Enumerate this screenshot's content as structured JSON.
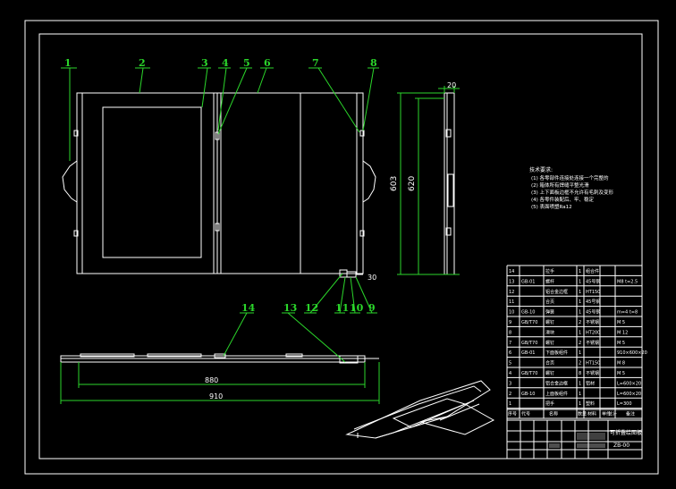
{
  "balloons": [
    "1",
    "2",
    "3",
    "4",
    "5",
    "6",
    "7",
    "8",
    "9",
    "10",
    "11",
    "12",
    "13",
    "14"
  ],
  "dims": {
    "front_height_a": "603",
    "front_height_b": "620",
    "front_width": "20",
    "side_small": "30",
    "bottom_inner": "880",
    "bottom_outer": "910"
  },
  "notes": {
    "title": "技术要求:",
    "lines": [
      "(1) 各零部件连接处连接一个完整的",
      "(2) 箱体所有焊缝平整光滑",
      "(3) 上下面板边框不允许有毛刺及变形",
      "(4) 各零件装配后、牢、稳定",
      "(5) 表面喷塑Ra12"
    ]
  },
  "bom": {
    "rows": [
      {
        "no": "14",
        "code": "",
        "name": "拉手",
        "qty": "1",
        "mat": "组合件",
        "note": ""
      },
      {
        "no": "13",
        "code": "GB-01",
        "name": "螺杆",
        "qty": "1",
        "mat": "45号钢",
        "note": "M8 t=2.5"
      },
      {
        "no": "12",
        "code": "",
        "name": "铝合金边框",
        "qty": "1",
        "mat": "HT150",
        "note": ""
      },
      {
        "no": "11",
        "code": "",
        "name": "合页",
        "qty": "1",
        "mat": "45号钢",
        "note": ""
      },
      {
        "no": "10",
        "code": "GB-10",
        "name": "弹簧",
        "qty": "1",
        "mat": "45号钢",
        "note": "m=4 t=8"
      },
      {
        "no": "9",
        "code": "GB/T70",
        "name": "螺钉",
        "qty": "2",
        "mat": "不锈钢",
        "note": "M 5"
      },
      {
        "no": "8",
        "code": "",
        "name": "滑块",
        "qty": "1",
        "mat": "HT200",
        "note": "M 12"
      },
      {
        "no": "7",
        "code": "GB/T70",
        "name": "螺钉",
        "qty": "2",
        "mat": "不锈钢",
        "note": "M 5"
      },
      {
        "no": "6",
        "code": "GB-01",
        "name": "下面板组件",
        "qty": "1",
        "mat": "",
        "note": "910×600×20"
      },
      {
        "no": "5",
        "code": "",
        "name": "合页",
        "qty": "2",
        "mat": "HT150",
        "note": "M 8"
      },
      {
        "no": "4",
        "code": "GB/T70",
        "name": "螺钉",
        "qty": "8",
        "mat": "不锈钢",
        "note": "M 5"
      },
      {
        "no": "3",
        "code": "",
        "name": "铝合金边框",
        "qty": "1",
        "mat": "铝材",
        "note": "L=600×20"
      },
      {
        "no": "2",
        "code": "GB-10",
        "name": "上面板组件",
        "qty": "1",
        "mat": "",
        "note": "L=600×20"
      },
      {
        "no": "1",
        "code": "",
        "name": "把手",
        "qty": "1",
        "mat": "塑料",
        "note": "L=300"
      }
    ],
    "header": [
      "序号",
      "代号",
      "名称",
      "数量",
      "材料",
      "单件",
      "总计",
      "备注"
    ]
  },
  "titleblock": {
    "title": "可折叠绘图板",
    "drawing_no": "ZB-00"
  }
}
